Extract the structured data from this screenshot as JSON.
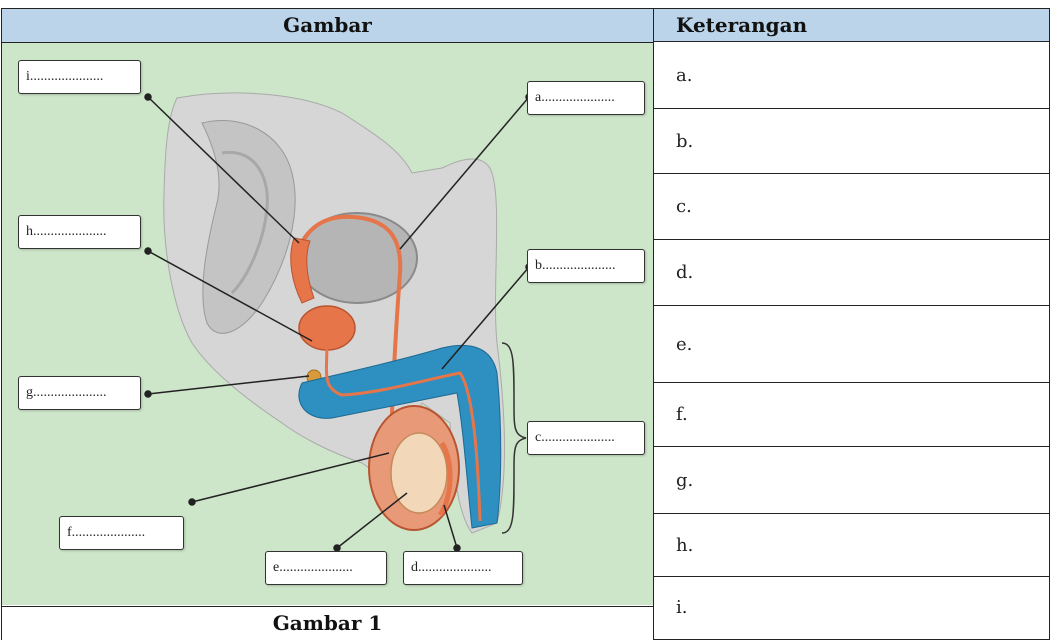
{
  "table": {
    "header_left": "Gambar",
    "header_right": "Keterangan",
    "caption": "Gambar 1",
    "answers": [
      "a.",
      "b.",
      "c.",
      "d.",
      "e.",
      "f.",
      "g.",
      "h.",
      "i."
    ]
  },
  "diagram": {
    "labels": {
      "i": "i.....................",
      "h": "h.....................",
      "g": "g.....................",
      "f": "f.....................",
      "e": "e.....................",
      "d": "d.....................",
      "a": "a.....................",
      "b": "b.....................",
      "c": "c....................."
    }
  },
  "colors": {
    "header_bg": "#bcd4ea",
    "figure_bg": "#cde6c9",
    "tissue": "#e6754a",
    "spongy": "#2e8fc1",
    "body": "#d4d4d4"
  }
}
